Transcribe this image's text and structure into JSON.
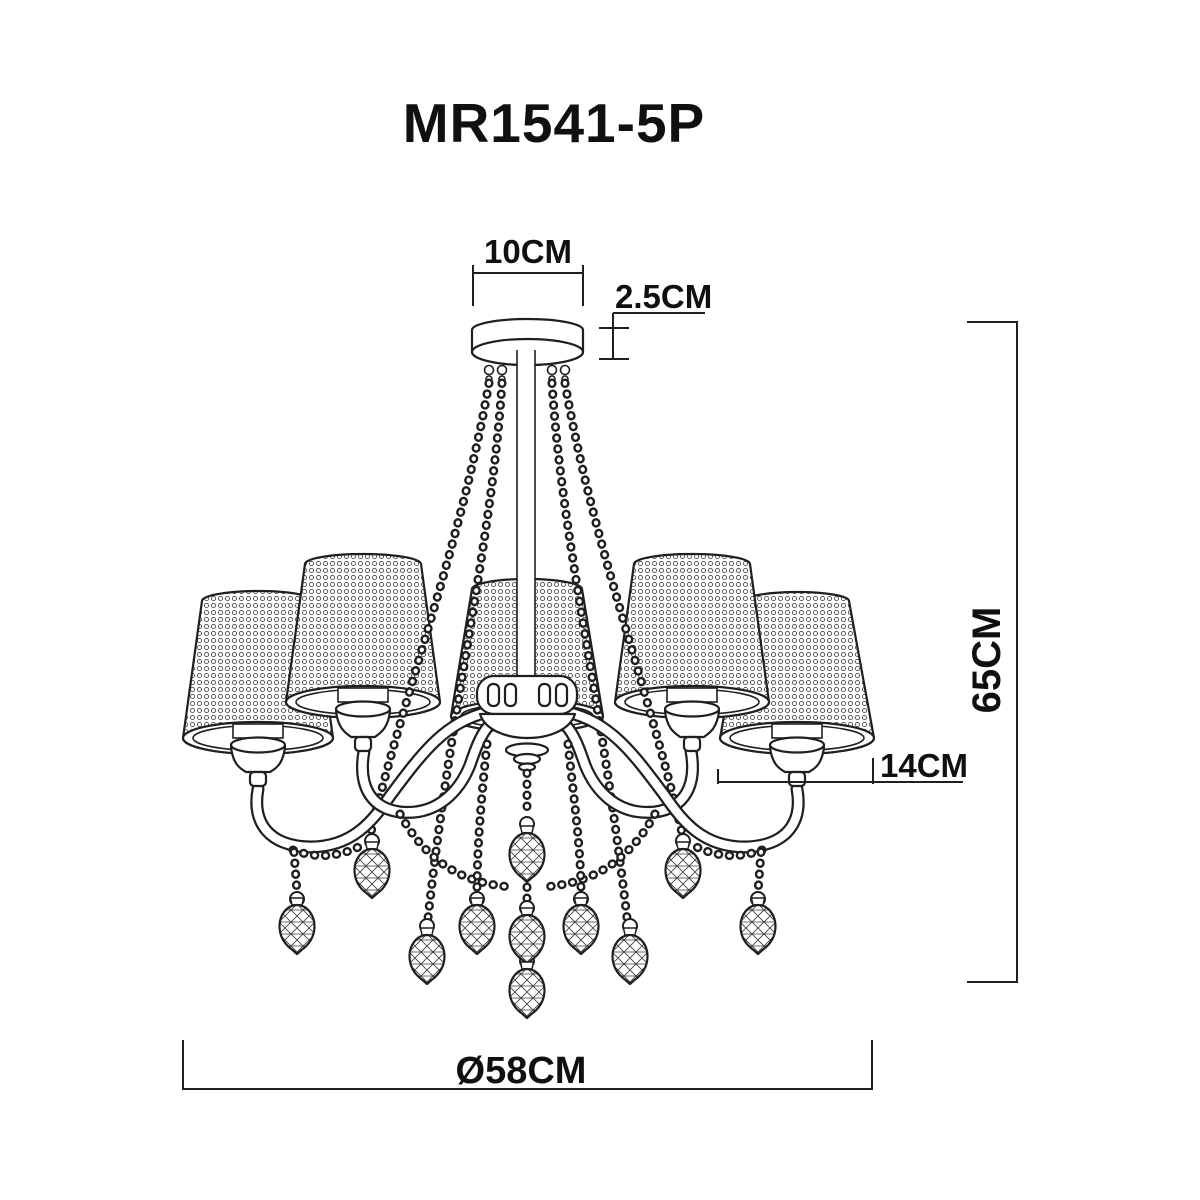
{
  "title": "MR1541-5P",
  "dimensions": {
    "canopy_diameter": "10CM",
    "canopy_height": "2.5CM",
    "fixture_height": "65CM",
    "shade_diameter": "14CM",
    "fixture_diameter": "Ø58CM"
  },
  "style": {
    "line_color": "#1f1f1f",
    "background": "#ffffff"
  }
}
